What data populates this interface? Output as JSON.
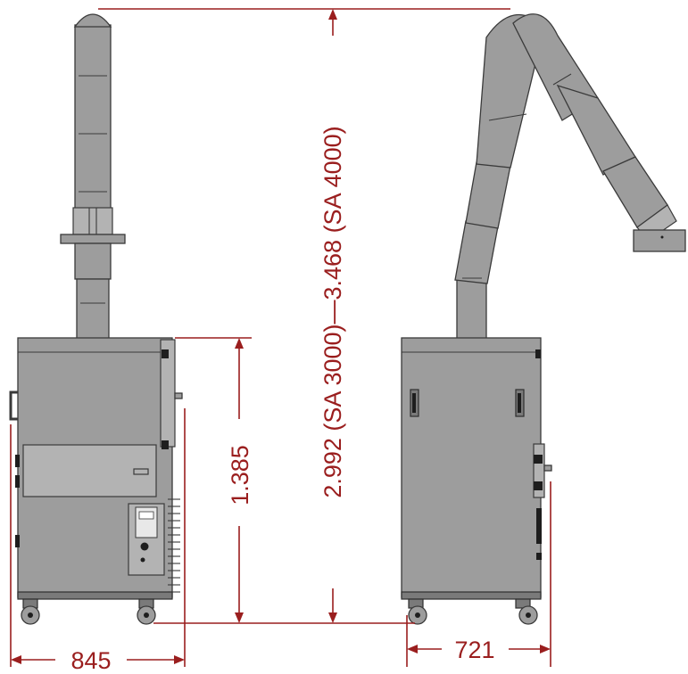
{
  "dimensions": {
    "overall_height": "2.992  (SA 3000)—3.468  (SA 4000)",
    "cabinet_height": "1.385",
    "front_width": "845",
    "side_width": "721"
  },
  "colors": {
    "dimension": "#9a1e1e",
    "steel": "#9d9d9d",
    "outline": "#3a3a3a"
  }
}
